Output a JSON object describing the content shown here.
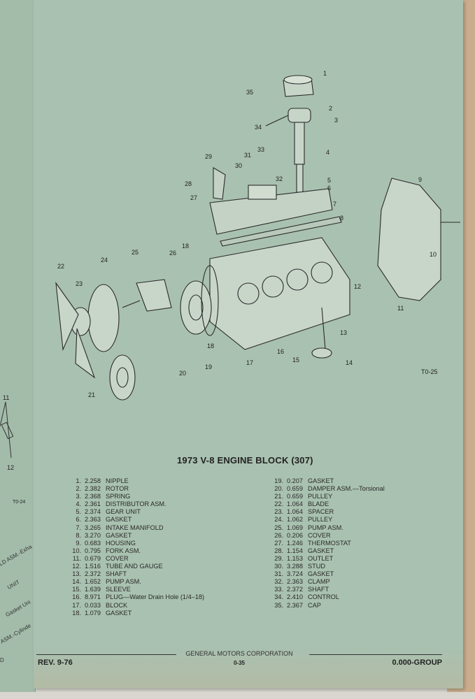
{
  "diagram": {
    "figure_id": "T0-25",
    "callouts": [
      "1",
      "2",
      "3",
      "4",
      "5",
      "6",
      "7",
      "8",
      "9",
      "10",
      "11",
      "12",
      "13",
      "14",
      "15",
      "16",
      "17",
      "18",
      "19",
      "20",
      "21",
      "22",
      "23",
      "24",
      "25",
      "26",
      "27",
      "28",
      "29",
      "30",
      "31",
      "32",
      "33",
      "34",
      "35"
    ]
  },
  "left_page": {
    "figure_id": "T0-24",
    "callouts": [
      "11",
      "12"
    ],
    "fragments": [
      "LD ASM.-Exha",
      "UNIT",
      "Gasket Uni",
      "ASM.-Cylinde",
      "D"
    ]
  },
  "title": "1973 V-8 ENGINE BLOCK (307)",
  "parts": [
    {
      "no": "1.",
      "code": "2.258",
      "name": "NIPPLE"
    },
    {
      "no": "2.",
      "code": "2.382",
      "name": "ROTOR"
    },
    {
      "no": "3.",
      "code": "2.368",
      "name": "SPRING"
    },
    {
      "no": "4.",
      "code": "2.361",
      "name": "DISTRIBUTOR ASM."
    },
    {
      "no": "5.",
      "code": "2.374",
      "name": "GEAR UNIT"
    },
    {
      "no": "6.",
      "code": "2.363",
      "name": "GASKET"
    },
    {
      "no": "7.",
      "code": "3.265",
      "name": "INTAKE MANIFOLD"
    },
    {
      "no": "8.",
      "code": "3.270",
      "name": "GASKET"
    },
    {
      "no": "9.",
      "code": "0.683",
      "name": "HOUSING"
    },
    {
      "no": "10.",
      "code": "0.795",
      "name": "FORK ASM."
    },
    {
      "no": "11.",
      "code": "0.679",
      "name": "COVER"
    },
    {
      "no": "12.",
      "code": "1.516",
      "name": "TUBE AND GAUGE"
    },
    {
      "no": "13.",
      "code": "2.372",
      "name": "SHAFT"
    },
    {
      "no": "14.",
      "code": "1.652",
      "name": "PUMP ASM."
    },
    {
      "no": "15.",
      "code": "1.639",
      "name": "SLEEVE"
    },
    {
      "no": "16.",
      "code": "8.971",
      "name": "PLUG—Water Drain Hole (1/4–18)"
    },
    {
      "no": "17.",
      "code": "0.033",
      "name": "BLOCK"
    },
    {
      "no": "18.",
      "code": "1.079",
      "name": "GASKET"
    },
    {
      "no": "19.",
      "code": "0.207",
      "name": "GASKET"
    },
    {
      "no": "20.",
      "code": "0.659",
      "name": "DAMPER ASM.—Torsional"
    },
    {
      "no": "21.",
      "code": "0.659",
      "name": "PULLEY"
    },
    {
      "no": "22.",
      "code": "1.064",
      "name": "BLADE"
    },
    {
      "no": "23.",
      "code": "1.064",
      "name": "SPACER"
    },
    {
      "no": "24.",
      "code": "1.062",
      "name": "PULLEY"
    },
    {
      "no": "25.",
      "code": "1.069",
      "name": "PUMP ASM."
    },
    {
      "no": "26.",
      "code": "0.206",
      "name": "COVER"
    },
    {
      "no": "27.",
      "code": "1.246",
      "name": "THERMOSTAT"
    },
    {
      "no": "28.",
      "code": "1.154",
      "name": "GASKET"
    },
    {
      "no": "29.",
      "code": "1.153",
      "name": "OUTLET"
    },
    {
      "no": "30.",
      "code": "3.288",
      "name": "STUD"
    },
    {
      "no": "31.",
      "code": "3.724",
      "name": "GASKET"
    },
    {
      "no": "32.",
      "code": "2.363",
      "name": "CLAMP"
    },
    {
      "no": "33.",
      "code": "2.372",
      "name": "SHAFT"
    },
    {
      "no": "34.",
      "code": "2.410",
      "name": "CONTROL"
    },
    {
      "no": "35.",
      "code": "2.367",
      "name": "CAP"
    }
  ],
  "footer": {
    "corporation": "GENERAL MOTORS CORPORATION",
    "revision": "REV. 9-76",
    "page": "0-35",
    "group": "0.000-GROUP"
  }
}
